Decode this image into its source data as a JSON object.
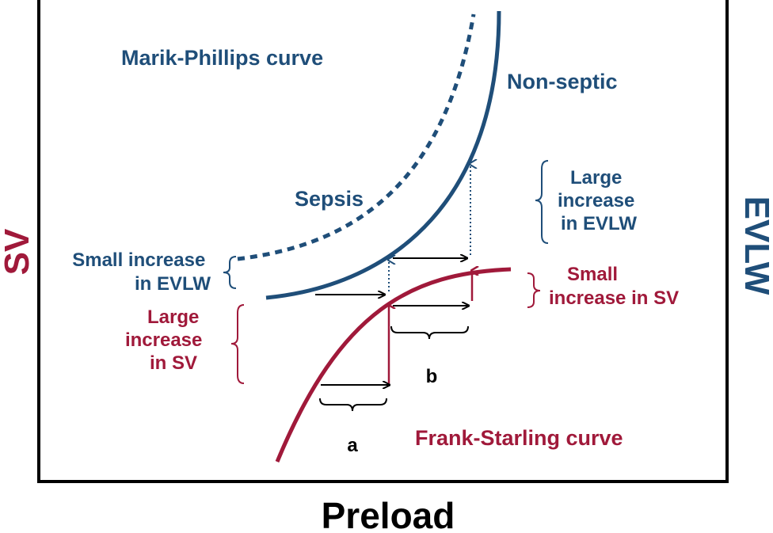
{
  "titles": {
    "marik_phillips": "Marik-Phillips curve",
    "frank_starling": "Frank-Starling curve"
  },
  "curves": {
    "non_septic": "Non-septic",
    "sepsis": "Sepsis"
  },
  "axes": {
    "x": "Preload",
    "y_left": "SV",
    "y_right": "EVLW"
  },
  "annotations": {
    "small_evlw": [
      "Small increase",
      "in EVLW"
    ],
    "large_evlw": [
      "Large",
      "increase",
      "in EVLW"
    ],
    "small_sv": [
      "Small",
      "increase in SV"
    ],
    "large_sv": [
      "Large",
      "increase",
      "in SV"
    ],
    "label_a": "a",
    "label_b": "b"
  },
  "colors": {
    "blue": "#1f4e79",
    "red": "#a0193a",
    "black": "#000000"
  }
}
